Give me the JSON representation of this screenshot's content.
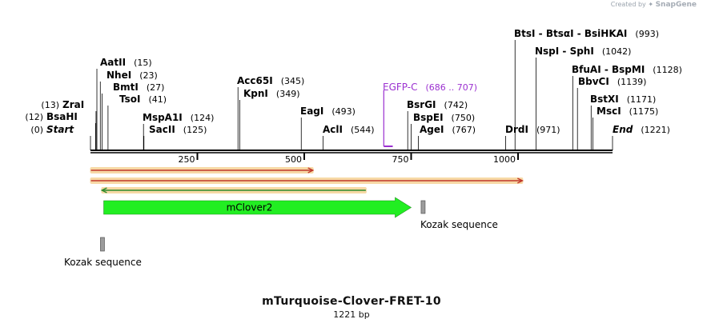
{
  "credit": {
    "prefix": "Created by",
    "brand": "SnapGene"
  },
  "map": {
    "name": "mTurquoise-Clover-FRET-10",
    "length_label": "1221 bp",
    "length": 1221,
    "ticks": [
      {
        "pos": 250,
        "label": "250"
      },
      {
        "pos": 500,
        "label": "500"
      },
      {
        "pos": 750,
        "label": "750"
      },
      {
        "pos": 1000,
        "label": "1000"
      }
    ],
    "sites": [
      {
        "name": "Start",
        "pos_label": "(0)",
        "pos": 0,
        "italic": true
      },
      {
        "name": "BsaHI",
        "pos_label": "(12)",
        "pos": 12
      },
      {
        "name": "ZraI",
        "pos_label": "(13)",
        "pos": 13
      },
      {
        "name": "AatII",
        "pos_label": "(15)",
        "pos": 15
      },
      {
        "name": "NheI",
        "pos_label": "(23)",
        "pos": 23
      },
      {
        "name": "BmtI",
        "pos_label": "(27)",
        "pos": 27
      },
      {
        "name": "TsoI",
        "pos_label": "(41)",
        "pos": 41
      },
      {
        "name": "MspA1I",
        "pos_label": "(124)",
        "pos": 124
      },
      {
        "name": "SacII",
        "pos_label": "(125)",
        "pos": 125
      },
      {
        "name": "Acc65I",
        "pos_label": "(345)",
        "pos": 345
      },
      {
        "name": "KpnI",
        "pos_label": "(349)",
        "pos": 349
      },
      {
        "name": "EagI",
        "pos_label": "(493)",
        "pos": 493
      },
      {
        "name": "AclI",
        "pos_label": "(544)",
        "pos": 544
      },
      {
        "name": "BsrGI",
        "pos_label": "(742)",
        "pos": 742
      },
      {
        "name": "BspEI",
        "pos_label": "(750)",
        "pos": 750
      },
      {
        "name": "AgeI",
        "pos_label": "(767)",
        "pos": 767
      },
      {
        "name": "DrdI",
        "pos_label": "(971)",
        "pos": 971
      },
      {
        "name": "BtsI - BtsαI - BsiHKAI",
        "pos_label": "(993)",
        "pos": 993
      },
      {
        "name": "NspI - SphI",
        "pos_label": "(1042)",
        "pos": 1042
      },
      {
        "name": "BfuAI - BspMI",
        "pos_label": "(1128)",
        "pos": 1128
      },
      {
        "name": "BbvCI",
        "pos_label": "(1139)",
        "pos": 1139
      },
      {
        "name": "BstXI",
        "pos_label": "(1171)",
        "pos": 1171
      },
      {
        "name": "MscI",
        "pos_label": "(1175)",
        "pos": 1175
      },
      {
        "name": "End",
        "pos_label": "(1221)",
        "pos": 1221,
        "italic": true
      }
    ],
    "feature_label": {
      "name": "EGFP-C",
      "range": "(686 .. 707)",
      "start": 686,
      "end": 707,
      "color": "#9b30d0"
    },
    "primers": [
      {
        "start": 1,
        "end": 520,
        "direction": "forward"
      },
      {
        "start": 1,
        "end": 1010,
        "direction": "forward"
      },
      {
        "start": 27,
        "end": 644,
        "direction": "reverse"
      }
    ],
    "features": [
      {
        "name": "mClover2",
        "start": 31,
        "end": 750,
        "color": "#22ee22"
      }
    ],
    "kozaks": [
      {
        "label": "Kozak sequence",
        "pos": 778
      },
      {
        "label": "Kozak sequence",
        "pos": 28
      }
    ],
    "colors": {
      "primer_fill": "#f7d9a6",
      "primer_line": "#c0392b",
      "primer_line_rev": "#2e8b2e",
      "feature": "#22ee22",
      "kozak": "#9c9c9c"
    }
  }
}
